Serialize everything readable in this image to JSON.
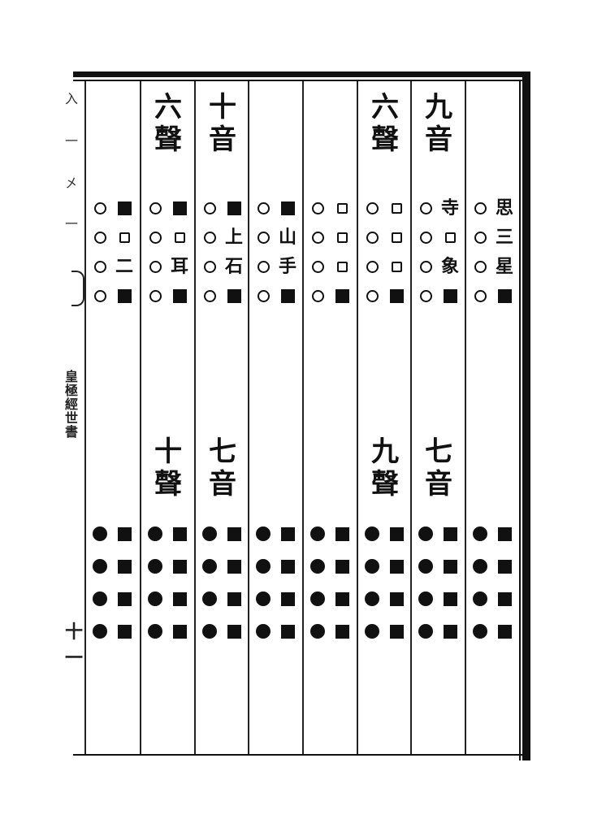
{
  "margin": {
    "fragments": [
      "入",
      "一",
      "㐅",
      "一"
    ],
    "title": "皇極經世書",
    "page_number": "十一"
  },
  "columns": [
    {
      "top_heading": [
        "",
        ""
      ],
      "rows": [
        [
          "○",
          "■"
        ],
        [
          "○",
          "□"
        ],
        [
          "○",
          "二"
        ],
        [
          "○",
          "■"
        ]
      ],
      "bottom_heading": [
        "",
        ""
      ],
      "bottom_rows": [
        [
          "●",
          "■"
        ],
        [
          "●",
          "■"
        ],
        [
          "●",
          "■"
        ],
        [
          "●",
          "■"
        ]
      ]
    },
    {
      "top_heading": [
        "六",
        "聲"
      ],
      "rows": [
        [
          "○",
          "■"
        ],
        [
          "○",
          "□"
        ],
        [
          "○",
          "耳"
        ],
        [
          "○",
          "■"
        ]
      ],
      "bottom_heading": [
        "十",
        "聲"
      ],
      "bottom_rows": [
        [
          "●",
          "■"
        ],
        [
          "●",
          "■"
        ],
        [
          "●",
          "■"
        ],
        [
          "●",
          "■"
        ]
      ]
    },
    {
      "top_heading": [
        "十",
        "音"
      ],
      "rows": [
        [
          "○",
          "■"
        ],
        [
          "○",
          "上"
        ],
        [
          "○",
          "石"
        ],
        [
          "○",
          "■"
        ]
      ],
      "bottom_heading": [
        "七",
        "音"
      ],
      "bottom_rows": [
        [
          "●",
          "■"
        ],
        [
          "●",
          "■"
        ],
        [
          "●",
          "■"
        ],
        [
          "●",
          "■"
        ]
      ]
    },
    {
      "top_heading": [
        "",
        ""
      ],
      "rows": [
        [
          "○",
          "■"
        ],
        [
          "○",
          "山"
        ],
        [
          "○",
          "手"
        ],
        [
          "○",
          "■"
        ]
      ],
      "bottom_heading": [
        "",
        ""
      ],
      "bottom_rows": [
        [
          "●",
          "■"
        ],
        [
          "●",
          "■"
        ],
        [
          "●",
          "■"
        ],
        [
          "●",
          "■"
        ]
      ]
    },
    {
      "top_heading": [
        "",
        ""
      ],
      "rows": [
        [
          "○",
          "□"
        ],
        [
          "○",
          "□"
        ],
        [
          "○",
          "□"
        ],
        [
          "○",
          "■"
        ]
      ],
      "bottom_heading": [
        "",
        ""
      ],
      "bottom_rows": [
        [
          "●",
          "■"
        ],
        [
          "●",
          "■"
        ],
        [
          "●",
          "■"
        ],
        [
          "●",
          "■"
        ]
      ]
    },
    {
      "top_heading": [
        "六",
        "聲"
      ],
      "rows": [
        [
          "○",
          "□"
        ],
        [
          "○",
          "□"
        ],
        [
          "○",
          "□"
        ],
        [
          "○",
          "■"
        ]
      ],
      "bottom_heading": [
        "九",
        "聲"
      ],
      "bottom_rows": [
        [
          "●",
          "■"
        ],
        [
          "●",
          "■"
        ],
        [
          "●",
          "■"
        ],
        [
          "●",
          "■"
        ]
      ]
    },
    {
      "top_heading": [
        "九",
        "音"
      ],
      "rows": [
        [
          "○",
          "寺"
        ],
        [
          "○",
          "□"
        ],
        [
          "○",
          "象"
        ],
        [
          "○",
          "■"
        ]
      ],
      "bottom_heading": [
        "七",
        "音"
      ],
      "bottom_rows": [
        [
          "●",
          "■"
        ],
        [
          "●",
          "■"
        ],
        [
          "●",
          "■"
        ],
        [
          "●",
          "■"
        ]
      ]
    },
    {
      "top_heading": [
        "",
        ""
      ],
      "rows": [
        [
          "○",
          "思"
        ],
        [
          "○",
          "三"
        ],
        [
          "○",
          "星"
        ],
        [
          "○",
          "■"
        ]
      ],
      "bottom_heading": [
        "",
        ""
      ],
      "bottom_rows": [
        [
          "●",
          "■"
        ],
        [
          "●",
          "■"
        ],
        [
          "●",
          "■"
        ],
        [
          "●",
          "■"
        ]
      ]
    }
  ]
}
